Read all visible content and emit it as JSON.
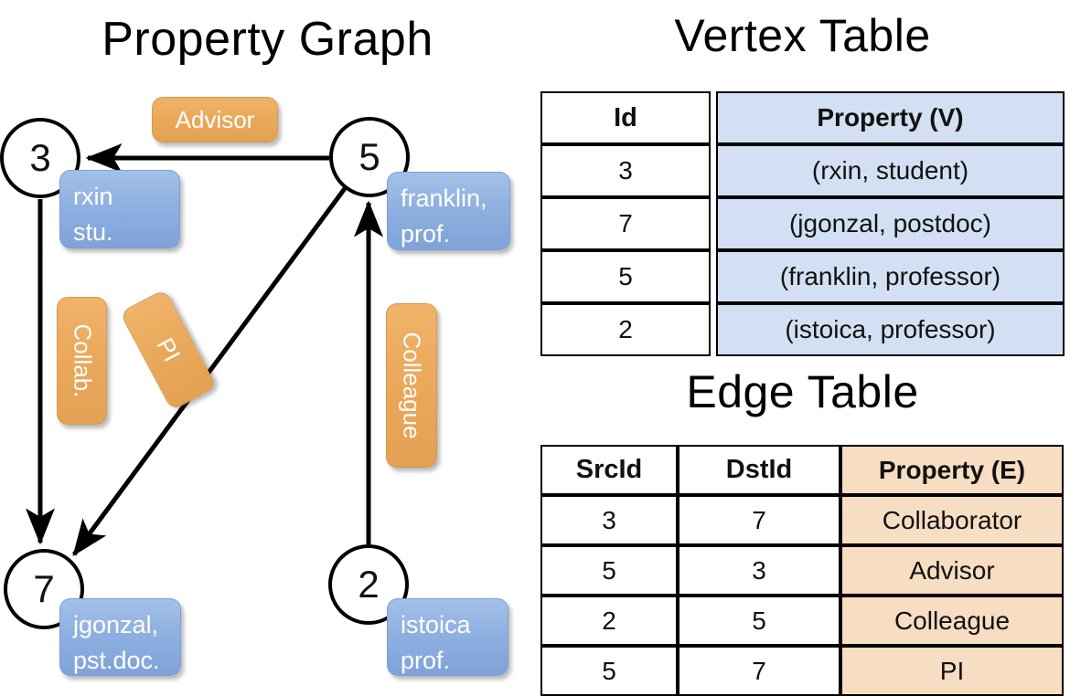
{
  "titles": {
    "property_graph": "Property Graph",
    "vertex_table": "Vertex Table",
    "edge_table": "Edge Table"
  },
  "colors": {
    "vertex_property_fill": "#d3dff2",
    "edge_property_fill": "#f7ddc2",
    "node_property_box": "#8fb0e0",
    "edge_label_box": "#eaa85a",
    "stroke": "#000000"
  },
  "graph": {
    "nodes": [
      {
        "id": "3",
        "property_label": "rxin\nstu.",
        "line1": "rxin",
        "line2": "stu."
      },
      {
        "id": "5",
        "property_label": "franklin, prof.",
        "line1": "franklin,",
        "line2": "prof."
      },
      {
        "id": "7",
        "property_label": "jgonzal, pst.doc.",
        "line1": "jgonzal,",
        "line2": "pst.doc."
      },
      {
        "id": "2",
        "property_label": "istoica prof.",
        "line1": "istoica",
        "line2": "prof."
      }
    ],
    "edge_labels": [
      {
        "name": "advisor",
        "text": "Advisor",
        "orientation": "horizontal"
      },
      {
        "name": "collab",
        "text": "Collab.",
        "orientation": "vertical"
      },
      {
        "name": "pi",
        "text": "PI",
        "orientation": "vertical-rotated"
      },
      {
        "name": "colleague",
        "text": "Colleague",
        "orientation": "vertical"
      }
    ],
    "edges": [
      {
        "src": "5",
        "dst": "3",
        "label": "Advisor"
      },
      {
        "src": "3",
        "dst": "7",
        "label": "Collab."
      },
      {
        "src": "5",
        "dst": "7",
        "label": "PI"
      },
      {
        "src": "2",
        "dst": "5",
        "label": "Colleague"
      }
    ]
  },
  "vertex_table": {
    "headers": [
      "Id",
      "Property (V)"
    ],
    "rows": [
      {
        "id": "3",
        "property": "(rxin, student)"
      },
      {
        "id": "7",
        "property": "(jgonzal, postdoc)"
      },
      {
        "id": "5",
        "property": "(franklin, professor)"
      },
      {
        "id": "2",
        "property": "(istoica, professor)"
      }
    ]
  },
  "edge_table": {
    "headers": [
      "SrcId",
      "DstId",
      "Property (E)"
    ],
    "rows": [
      {
        "src": "3",
        "dst": "7",
        "property": "Collaborator"
      },
      {
        "src": "5",
        "dst": "3",
        "property": "Advisor"
      },
      {
        "src": "2",
        "dst": "5",
        "property": "Colleague"
      },
      {
        "src": "5",
        "dst": "7",
        "property": "PI"
      }
    ]
  }
}
